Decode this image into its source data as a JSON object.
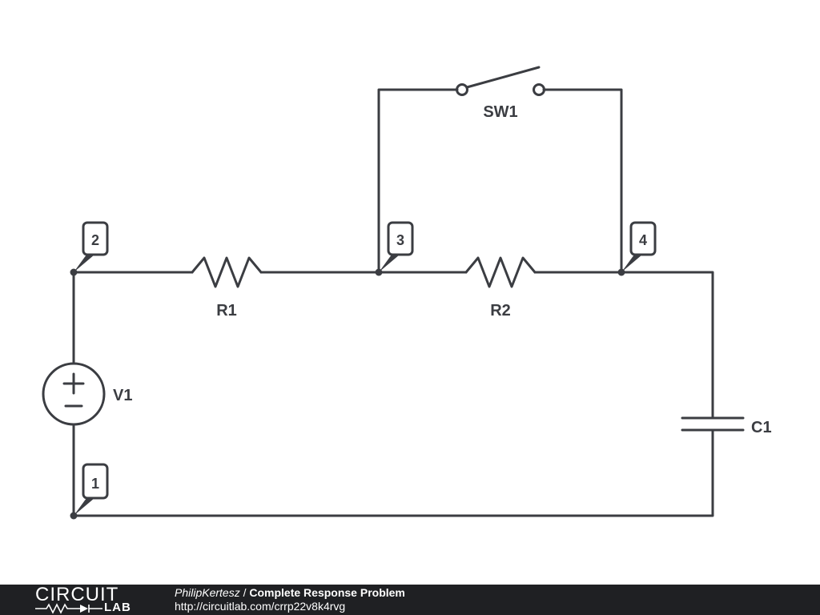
{
  "components": {
    "r1": "R1",
    "r2": "R2",
    "v1": "V1",
    "c1": "C1",
    "sw1": "SW1"
  },
  "nodes": {
    "n1": "1",
    "n2": "2",
    "n3": "3",
    "n4": "4"
  },
  "colors": {
    "wire": "#3b3d42",
    "footer_background": "#1f2023",
    "footer_text": "#ffffff"
  },
  "footer": {
    "logo_top": "CIRCUIT",
    "logo_bottom": "LAB",
    "author": "PhilipKertesz",
    "separator": " / ",
    "title": "Complete Response Problem",
    "url": "http://circuitlab.com/crrp22v8k4rvg"
  }
}
